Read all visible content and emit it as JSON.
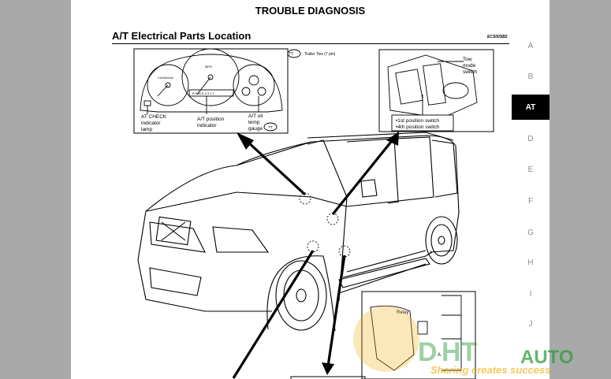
{
  "page": {
    "title": "TROUBLE DIAGNOSIS",
    "section_title": "A/T Electrical Parts Location",
    "doc_code": "ECS00SB2"
  },
  "tabs": [
    {
      "label": "A",
      "active": false
    },
    {
      "label": "B",
      "active": false
    },
    {
      "label": "AT",
      "active": true
    },
    {
      "label": "D",
      "active": false
    },
    {
      "label": "E",
      "active": false
    },
    {
      "label": "F",
      "active": false
    },
    {
      "label": "G",
      "active": false
    },
    {
      "label": "H",
      "active": false
    },
    {
      "label": "I",
      "active": false
    },
    {
      "label": "J",
      "active": false
    }
  ],
  "figure": {
    "legend_symbol": "TT",
    "legend_text": ": Trailer Tow (7 pin)",
    "cluster_callouts": {
      "at_check": [
        "AT CHECK",
        "indicator",
        "lamp"
      ],
      "at_position": [
        "A/T position",
        "indicator"
      ],
      "at_oil": [
        "A/T oil",
        "temp",
        "gauge"
      ],
      "at_oil_symbol": "TT",
      "tach_unit": "x1000r/min",
      "speed_unit": "MPH",
      "position_readout": "P R N D 4 3 2 1"
    },
    "console_callouts": {
      "tow_mode": [
        "Tow",
        "mode",
        "switch"
      ],
      "position_switch": [
        "•1st position switch",
        "•4th position switch"
      ]
    },
    "lower_callouts": {
      "relay_label": "Relay",
      "a_label": "A"
    }
  },
  "watermark": {
    "brand": "AUTO",
    "slogan": "Sharing creates success",
    "brand_color": "#2e9e3a",
    "accent_color": "#f2b21b"
  },
  "colors": {
    "gutter": "#a9a9a9",
    "active_tab": "#000000"
  }
}
